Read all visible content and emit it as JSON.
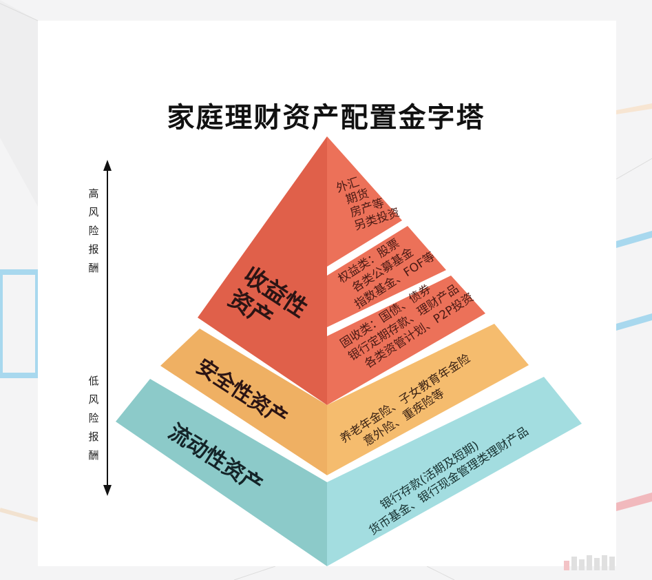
{
  "title": "家庭理财资产配置金字塔",
  "axis": {
    "top_label": [
      "高",
      "风",
      "险",
      "报",
      "酬"
    ],
    "bottom_label": [
      "低",
      "风",
      "险",
      "报",
      "酬"
    ]
  },
  "colors": {
    "red_left": "#e0604a",
    "red_right": "#ec7159",
    "orange_left": "#efb063",
    "orange_right": "#f5bc6e",
    "teal_left": "#8ccac9",
    "teal_right": "#a3dde0",
    "text_dark": "#2b1a1a"
  },
  "tiers": [
    {
      "name": "收益性资产",
      "label_lines": [
        "收益性",
        "资产"
      ],
      "items": [
        {
          "lines": [
            "外汇",
            "期货",
            "房产等",
            "另类投资"
          ]
        },
        {
          "lines": [
            "权益类：股票",
            "各类公募基金",
            "指数基金、FOF等"
          ]
        },
        {
          "lines": [
            "固收类：国债、债券",
            "银行定期存款、理财产品",
            "各类资管计划、P2P投资"
          ]
        }
      ]
    },
    {
      "name": "安全性资产",
      "label_lines": [
        "安全性资产"
      ],
      "items": [
        {
          "lines": [
            "养老年金险、子女教育年金险",
            "意外险、重疾险等"
          ]
        }
      ]
    },
    {
      "name": "流动性资产",
      "label_lines": [
        "流动性资产"
      ],
      "items": [
        {
          "lines": [
            "银行存款(活期及短期)",
            "货币基金、银行现金管理类理财产品"
          ]
        }
      ]
    }
  ]
}
